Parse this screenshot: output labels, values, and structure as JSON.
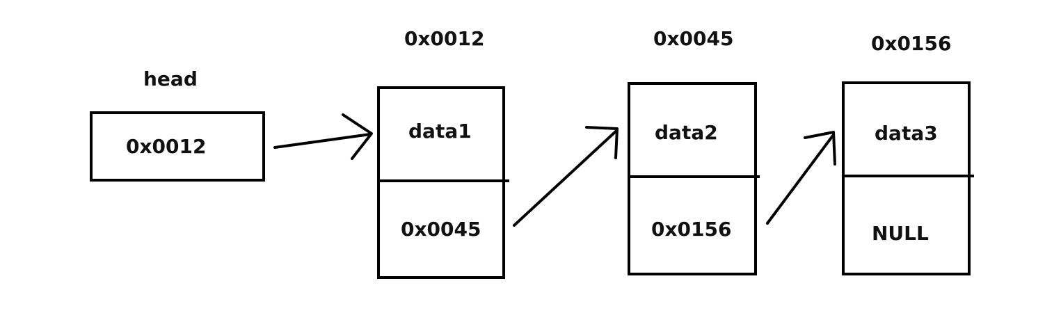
{
  "head": {
    "label": "head",
    "value": "0x0012"
  },
  "nodes": [
    {
      "address": "0x0012",
      "data": "data1",
      "next": "0x0045"
    },
    {
      "address": "0x0045",
      "data": "data2",
      "next": "0x0156"
    },
    {
      "address": "0x0156",
      "data": "data3",
      "next": "NULL"
    }
  ]
}
